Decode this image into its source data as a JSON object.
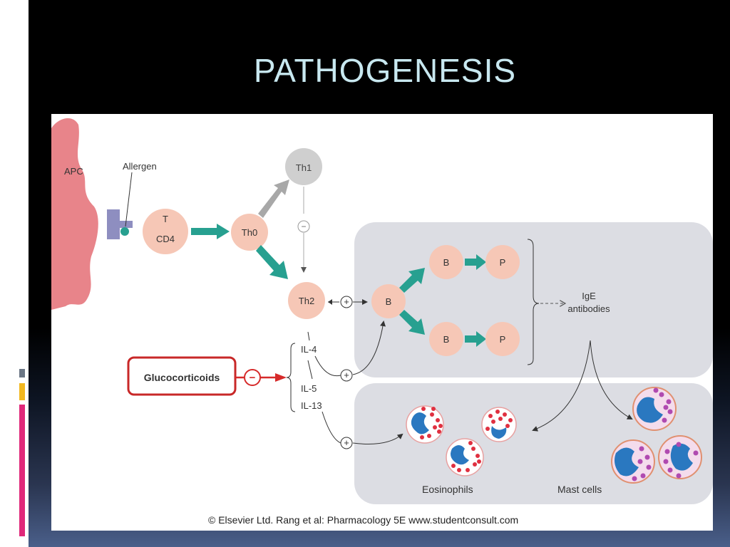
{
  "slide": {
    "title": "PATHOGENESIS"
  },
  "diagram": {
    "labels": {
      "apc": "APC",
      "allergen": "Allergen",
      "t": "T",
      "cd4": "CD4",
      "th0": "Th0",
      "th1": "Th1",
      "th2": "Th2",
      "b": "B",
      "p": "P",
      "ige": "IgE",
      "antibodies": "antibodies",
      "glucocorticoids": "Glucocorticoids",
      "il4": "IL-4",
      "il5": "IL-5",
      "il13": "IL-13",
      "eosinophils": "Eosinophils",
      "mast_cells": "Mast cells",
      "plus": "+",
      "minus": "−"
    },
    "copyright": "© Elsevier Ltd. Rang et al: Pharmacology 5E www.studentconsult.com",
    "colors": {
      "cell_fill": "#f6c7b6",
      "apc_fill": "#e8848a",
      "teal_arrow": "#27a090",
      "gray_arrow": "#a8a8a8",
      "red_inhibit": "#d62a2a",
      "granule_red": "#e03040",
      "granule_purple": "#b04ab0",
      "nucleus_blue": "#2a78c0",
      "region_fill": "#dcdde3"
    }
  }
}
